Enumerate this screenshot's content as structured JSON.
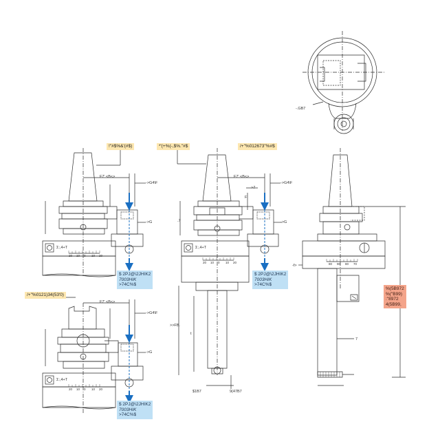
{
  "labels": {
    "top_view_dim": "-.GB7",
    "tag_left_top": "!\"#$%&'(#$)",
    "tag_mid_top": "*'(+%(-,$%.\"#$",
    "tag_right_top": "/+\"%012673\"%#$",
    "tag_left_bottom": "/+\"%0121)34(53'0)",
    "blue_box_1": [
      "$ 2PJ@\\2JHIK2",
      "7003HIK",
      ">74C%$"
    ],
    "blue_box_2": [
      "$ 2PJ@\\2JHIK2",
      "7003HIK",
      ">74C%$"
    ],
    "blue_box_3": [
      "$ 2PJ@\\2JHIK2",
      "7003HIK",
      ">74C%$"
    ],
    "red_box": [
      "%(5B972",
      "%(\"B99)",
      ":\"8972",
      "4(5B99,"
    ],
    "dim_f_b_1": "F7' <B<>",
    "dim_f_b_2": "F7' <B<>",
    "dim_f_b_3": "F7' <B<>",
    "dim_g4f_1": "->G4\\F",
    "dim_g4f_2": "->G4\\F",
    "dim_g4f_3": "->G4\\F",
    "dim_g_1": "->G",
    "dim_g_2": "->G",
    "dim_g_3": "->G",
    "dim_7_mid": ">7",
    "dim_f_mid": "F",
    "dim_7_left": ".7",
    "dim_fb": ">>FB.",
    "dim_t": "t",
    "dim_sib7": "$1B7",
    "dim_947b7": "9(47B7",
    "dim_f_right": "-f>",
    "dim_7_right": "7",
    "scale_label_1": "Σ:,4+T",
    "scale_label_2": "Σ:,4+T",
    "scale_label_3": "Σ:,4+T",
    "scale_ticks": [
      "20",
      "10",
      "0",
      "10",
      "20"
    ],
    "scale_ticks_right": [
      "80",
      "90",
      "80",
      "70"
    ]
  },
  "colors": {
    "line": "#2a2a2a",
    "blue_arrow": "#1a6fc2",
    "tag_yellow": "#fde7b0",
    "tag_blue": "#bfe0f5",
    "tag_red": "#f4a48a"
  }
}
